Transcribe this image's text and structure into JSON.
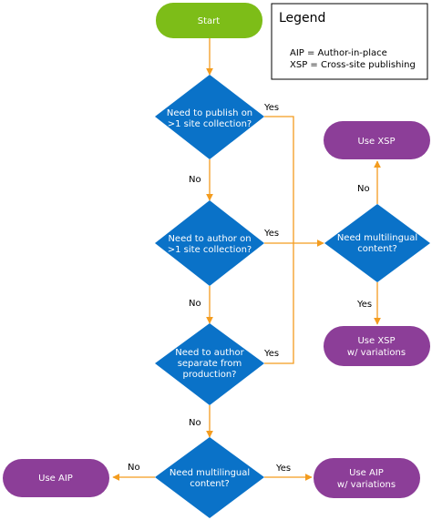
{
  "colors": {
    "start_fill": "#7dbd18",
    "decision_fill": "#0a72c8",
    "terminal_fill": "#8c3e98",
    "connector": "#f39c1f",
    "legend_border": "#000000"
  },
  "legend": {
    "title": "Legend",
    "lines": [
      "AIP = Author-in-place",
      "XSP = Cross-site publishing"
    ]
  },
  "nodes": {
    "start": "Start",
    "q_publish": [
      "Need to publish on",
      ">1 site collection?"
    ],
    "q_author": [
      "Need to author on",
      ">1 site collection?"
    ],
    "q_separate": [
      "Need to author",
      "separate from",
      "production?"
    ],
    "q_multilingual_bottom": [
      "Need multilingual",
      "content?"
    ],
    "q_multilingual_right": [
      "Need multilingual",
      "content?"
    ],
    "use_xsp": "Use XSP",
    "use_xsp_variations": [
      "Use XSP",
      "w/ variations"
    ],
    "use_aip": "Use AIP",
    "use_aip_variations": [
      "Use AIP",
      "w/ variations"
    ]
  },
  "edge_labels": {
    "publish_no": "No",
    "publish_yes": "Yes",
    "author_no": "No",
    "author_yes": "Yes",
    "separate_no": "No",
    "separate_yes": "Yes",
    "multi_right_no": "No",
    "multi_right_yes": "Yes",
    "multi_bottom_no": "No",
    "multi_bottom_yes": "Yes"
  }
}
